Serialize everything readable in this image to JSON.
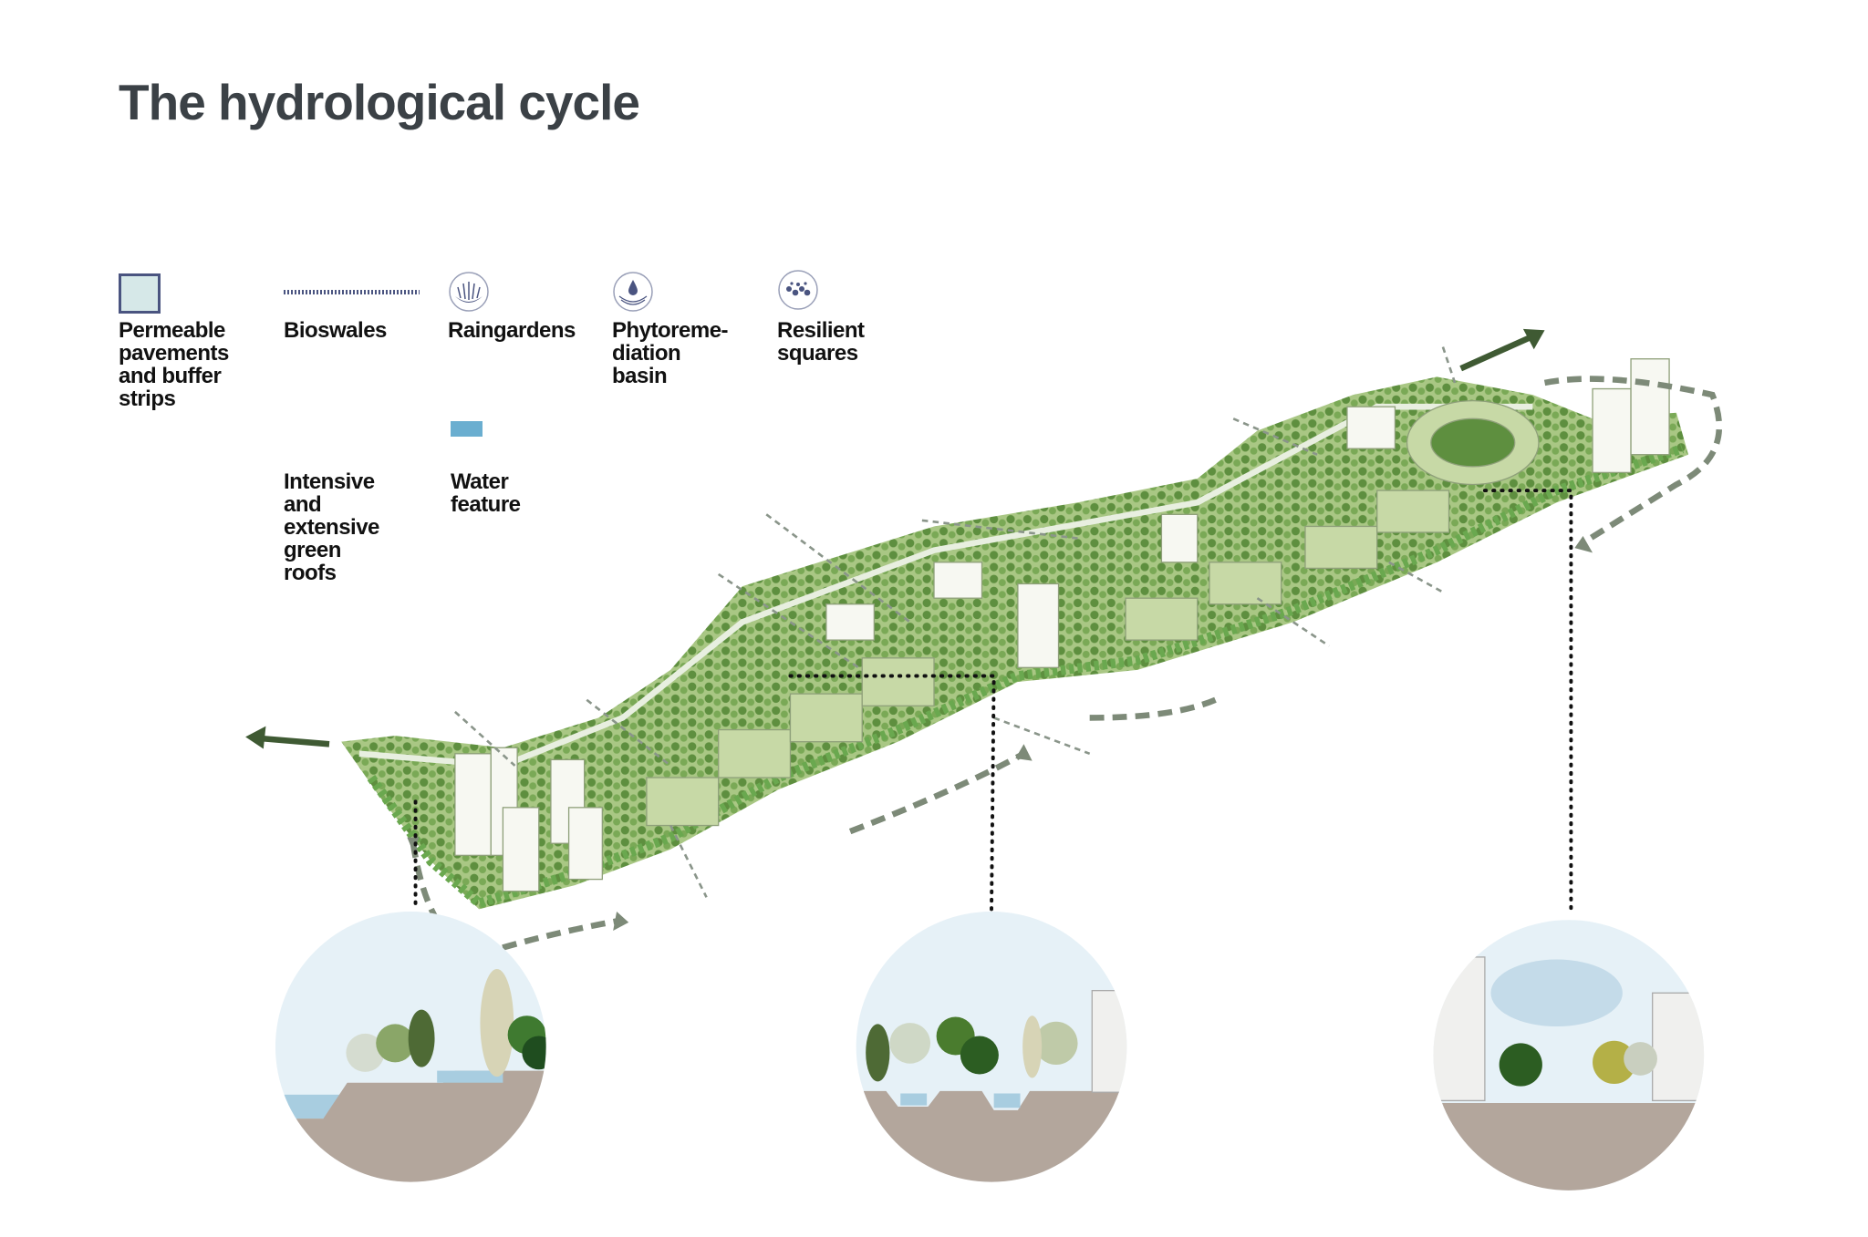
{
  "title": "The hydrological cycle",
  "legend": [
    {
      "label": "Permeable\npavements\nand buffer\nstrips",
      "icon": "permeable-square-icon"
    },
    {
      "label": "Bioswales",
      "icon": "dotted-line-icon"
    },
    {
      "label": "Raingardens",
      "icon": "raingarden-icon"
    },
    {
      "label": "Phytoreme-\ndiation basin",
      "icon": "water-drop-basin-icon"
    },
    {
      "label": "Resilient\nsquares",
      "icon": "raindrops-icon"
    },
    {
      "label": "Intensive\nand\nextensive\ngreen roofs",
      "icon": "none"
    },
    {
      "label": "Water\nfeature",
      "icon": "water-square-icon"
    }
  ],
  "colors": {
    "title": "#3b4146",
    "permeable_fill": "#d6e8e8",
    "permeable_border": "#4a5480",
    "icon": "#4a5480",
    "water": "#6aaed0",
    "green_light": "#b9cf96",
    "green_dark": "#4f7a35",
    "arrow": "#7d8a78",
    "ground": "#b3a69c",
    "sky": "#e6f1f7"
  }
}
